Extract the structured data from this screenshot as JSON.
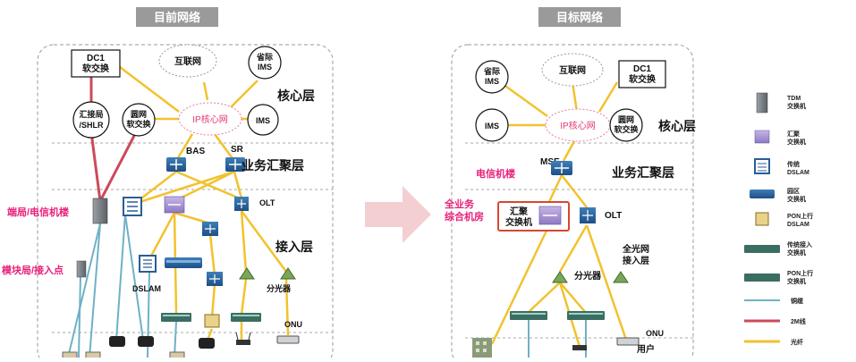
{
  "left": {
    "title": "目前网络",
    "dc1": [
      "DC1",
      "软交换"
    ],
    "internet": "互联网",
    "prov_ims": [
      "省际",
      "IMS"
    ],
    "hub_shlr": [
      "汇接局",
      "/SHLR"
    ],
    "yuanwang": [
      "圆网",
      "软交换"
    ],
    "ip_core": "IP核心网",
    "ims": "IMS",
    "core_layer": "核心层",
    "bas": "BAS",
    "sr": "SR",
    "agg_layer": "业务汇聚层",
    "olt": "OLT",
    "access_layer": "接入层",
    "dslam": "DSLAM",
    "splitter": "分光器",
    "onu": "ONU",
    "endpoint": "端局/电信机楼",
    "module": "模块局/接入点"
  },
  "right": {
    "title": "目标网络",
    "prov_ims": [
      "省际",
      "IMS"
    ],
    "internet": "互联网",
    "dc1": [
      "DC1",
      "软交换"
    ],
    "ims": "IMS",
    "ip_core": "IP核心网",
    "yuanwang": [
      "圆网",
      "软交换"
    ],
    "core_layer": "核心层",
    "mse": "MSE",
    "telecom_bldg": "电信机楼",
    "agg_layer": "业务汇聚层",
    "full_service": [
      "全业务",
      "综合机房"
    ],
    "agg_switch": [
      "汇聚",
      "交换机"
    ],
    "olt": "OLT",
    "all_optical": [
      "全光网",
      "接入层"
    ],
    "splitter": "分光器",
    "onu": "ONU",
    "user": "用户"
  },
  "legend": [
    {
      "icon": "tdm-switch-icon",
      "label": [
        "TDM",
        "交换机"
      ]
    },
    {
      "icon": "agg-switch-icon",
      "label": [
        "汇聚",
        "交换机"
      ]
    },
    {
      "icon": "dslam-icon",
      "label": [
        "传统",
        "DSLAM"
      ]
    },
    {
      "icon": "campus-switch-icon",
      "label": [
        "园区",
        "交换机"
      ]
    },
    {
      "icon": "pon-dslam-icon",
      "label": [
        "PON上行",
        "DSLAM"
      ]
    },
    {
      "icon": "trad-access-switch-icon",
      "label": [
        "传统接入",
        "交换机"
      ]
    },
    {
      "icon": "pon-switch-icon",
      "label": [
        "PON上行",
        "交换机"
      ]
    },
    {
      "icon": "copper-line-icon",
      "label": [
        "铜缆"
      ]
    },
    {
      "icon": "2m-line-icon",
      "label": [
        "2M线"
      ]
    },
    {
      "icon": "fiber-line-icon",
      "label": [
        "光纤"
      ]
    }
  ],
  "colors": {
    "fiber": "#f2c22e",
    "copper": "#6fb1c6",
    "two_m": "#cc4a5a",
    "title_bg": "#9a9a9a",
    "highlight": "#e8207a",
    "arrow": "#f3cfd2"
  }
}
